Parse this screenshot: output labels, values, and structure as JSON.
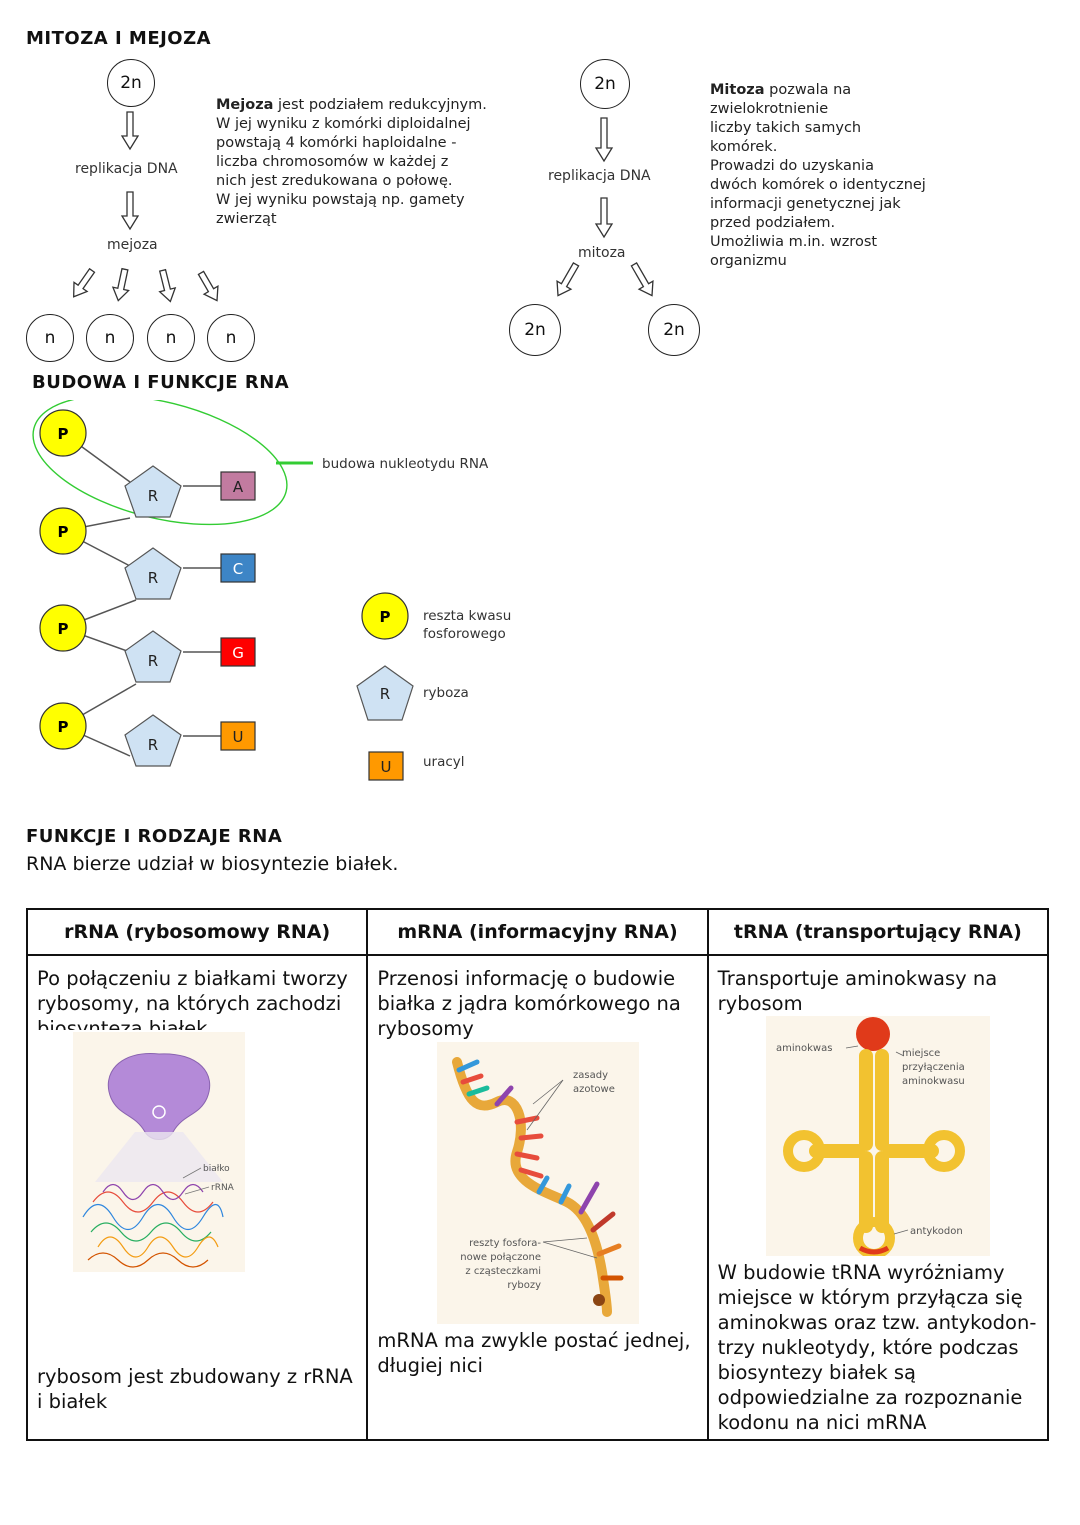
{
  "headings": {
    "mitosis_meiosis": "MITOZA I MEJOZA",
    "rna_structure": "BUDOWA I FUNKCJE RNA",
    "rna_types": "FUNKCJE I RODZAJE RNA"
  },
  "meiosis": {
    "top": "2n",
    "step1": "replikacja DNA",
    "step2": "mejoza",
    "results": [
      "n",
      "n",
      "n",
      "n"
    ],
    "desc_bold": "Mejoza",
    "desc_rest1": " jest podziałem redukcyjnym.",
    "desc_lines": [
      "W jej wyniku z komórki diploidalnej",
      "powstają 4 komórki haploidalne -",
      "liczba chromosomów w każdej z",
      "nich jest zredukowana o połowę.",
      "W jej wyniku powstają np. gamety",
      "zwierząt"
    ]
  },
  "mitosis": {
    "top": "2n",
    "step1": "replikacja DNA",
    "step2": "mitoza",
    "results": [
      "2n",
      "2n"
    ],
    "desc_bold": "Mitoza",
    "desc_rest1": " pozwala na",
    "desc_lines": [
      "zwielokrotnienie",
      "liczby takich samych",
      "komórek.",
      "Prowadzi do uzyskania",
      "dwóch komórek o identycznej",
      "informacji genetycznej jak",
      "przed podziałem.",
      "Umożliwia m.in. wzrost",
      "organizmu"
    ]
  },
  "rna_chain": {
    "phosphate": "P",
    "ribose": "R",
    "bases": [
      "A",
      "C",
      "G",
      "U"
    ],
    "nucleotide_label": "budowa nukleotydu RNA",
    "colors": {
      "phosphate": "#ffff00",
      "ribose": "#cfe2f3",
      "A": "#c27ba0",
      "C": "#3d85c6",
      "G": "#ff0000",
      "U": "#ff9900",
      "highlight": "#00cc00"
    }
  },
  "legend": [
    {
      "symbol": "P",
      "label_lines": [
        "reszta kwasu",
        "fosforowego"
      ]
    },
    {
      "symbol": "R",
      "label_lines": [
        "ryboza"
      ]
    },
    {
      "symbol": "U",
      "label_lines": [
        "uracyl"
      ]
    }
  ],
  "types_intro": "RNA bierze udział w biosyntezie białek.",
  "table": {
    "headers": [
      "rRNA (rybosomowy RNA)",
      "mRNA (informacyjny RNA)",
      "tRNA (transportujący RNA)"
    ],
    "rrna": {
      "desc_lines": [
        "Po połączeniu z białkami tworzy",
        "rybosomy, na których zachodzi",
        "biosynteza białek."
      ],
      "img_labels": [
        "białko",
        "rRNA"
      ],
      "footer_lines": [
        "rybosom jest zbudowany z rRNA",
        "i białek"
      ]
    },
    "mrna": {
      "desc_lines": [
        "Przenosi informację o budowie",
        "białka z jądra komórkowego na",
        "rybosomy"
      ],
      "img_labels": [
        "zasady",
        "azotowe",
        "reszty fosfora-",
        "nowe połączone",
        "z cząsteczkami",
        "rybozy"
      ],
      "footer_lines": [
        "mRNA ma zwykle postać jednej,",
        "długiej nici"
      ]
    },
    "trna": {
      "desc_lines": [
        "Transportuje aminokwasy na",
        "rybosom"
      ],
      "img_labels": [
        "aminokwas",
        "miejsce",
        "przyłączenia",
        "aminokwasu",
        "antykodon"
      ],
      "footer_lines": [
        "W budowie tRNA wyróżniamy",
        "miejsce w którym przyłącza się",
        "aminokwas oraz tzw. antykodon-",
        "trzy nukleotydy, które podczas",
        "biosyntezy białek są",
        "odpowiedzialne za rozpoznanie",
        "kodonu na nici mRNA"
      ]
    }
  }
}
